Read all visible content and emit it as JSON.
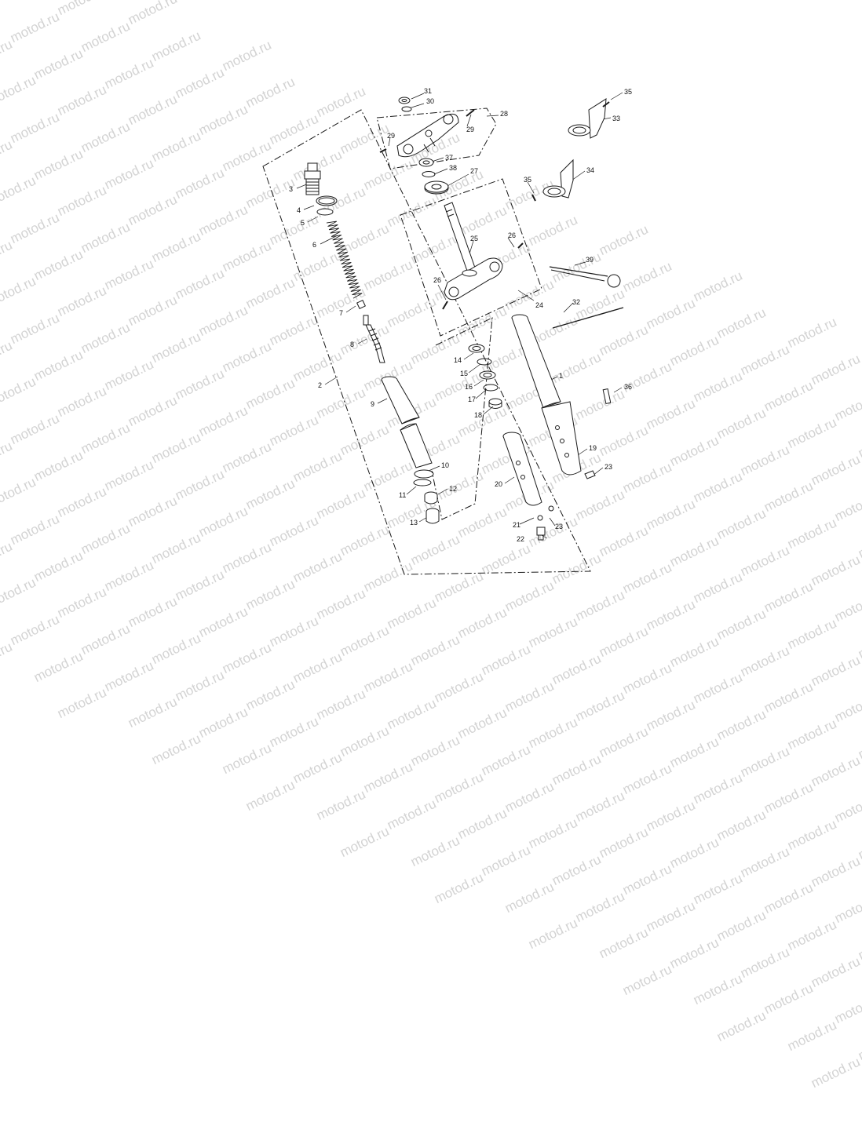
{
  "watermark": "motod.ru",
  "colors": {
    "line": "#1a1a1a",
    "fill": "#ffffff",
    "shade": "#bdbdbd",
    "watermark": "#d3d3d3"
  },
  "diagram": {
    "type": "exploded parts diagram",
    "callouts": [
      "1",
      "2",
      "3",
      "4",
      "5",
      "6",
      "7",
      "8",
      "9",
      "10",
      "11",
      "12",
      "13",
      "14",
      "15",
      "16",
      "17",
      "18",
      "19",
      "20",
      "21",
      "22",
      "23",
      "24",
      "25",
      "26",
      "27",
      "28",
      "29",
      "30",
      "31",
      "32",
      "33",
      "34",
      "35",
      "36",
      "37",
      "38",
      "39"
    ],
    "repeated_callouts": [
      "23",
      "26",
      "29",
      "35"
    ]
  }
}
